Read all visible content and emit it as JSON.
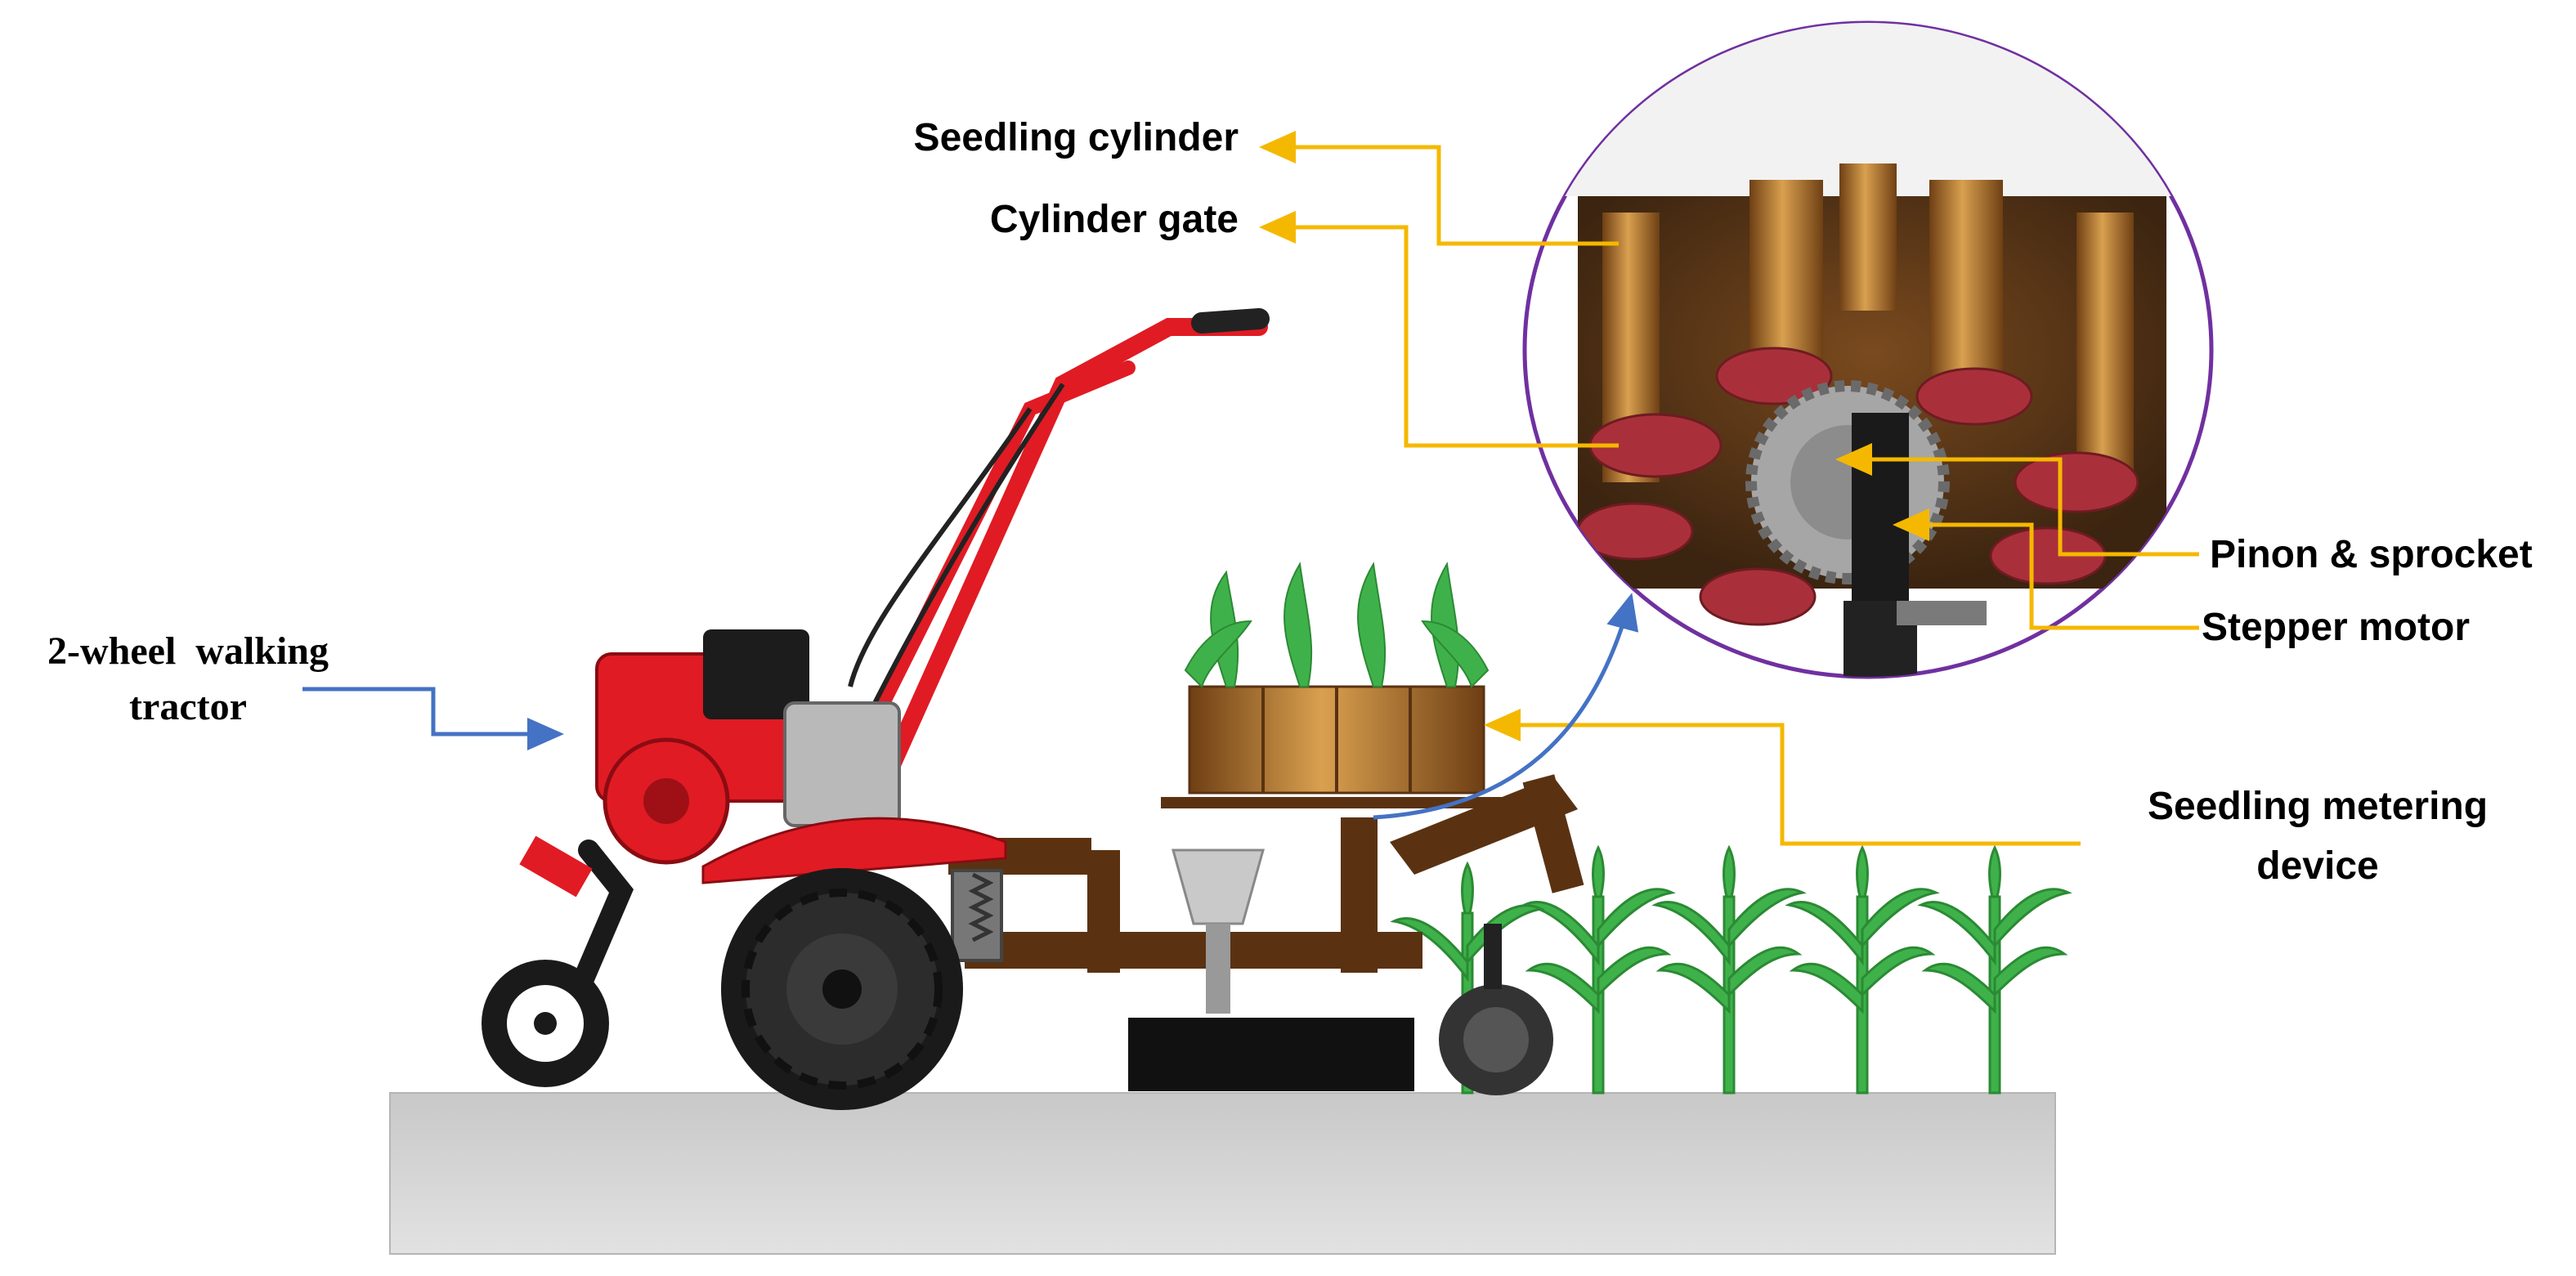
{
  "labels": {
    "tractor_line1": "2-wheel  walking",
    "tractor_line2": "tractor",
    "seedling_cylinder": "Seedling cylinder",
    "cylinder_gate": "Cylinder gate",
    "pinon_sprocket": "Pinon & sprocket",
    "stepper_motor": "Stepper motor",
    "metering_line1": "Seedling metering",
    "metering_line2": "device"
  },
  "colors": {
    "callout_orange": "#f5b800",
    "callout_blue": "#4472c4",
    "ground": "#d3d3d3",
    "tractor_red": "#e01b24",
    "frame_brown": "#5a3212",
    "cylinder_bronze": "#8b5a2b",
    "plant_green": "#3fb14a",
    "zoom_circle_border": "#7030a0"
  },
  "icons": [
    "walking-tractor-illustration",
    "seedling-plant-icon",
    "zoom-detail-circle",
    "sprocket-gear-icon"
  ]
}
